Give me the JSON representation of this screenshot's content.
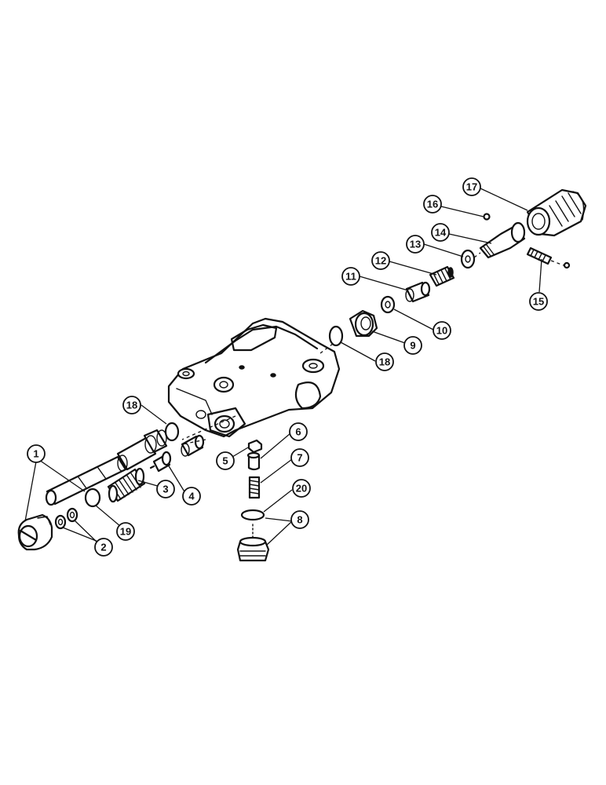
{
  "diagram": {
    "callouts": [
      {
        "id": "c1",
        "label": "1"
      },
      {
        "id": "c2",
        "label": "2"
      },
      {
        "id": "c3",
        "label": "3"
      },
      {
        "id": "c4",
        "label": "4"
      },
      {
        "id": "c5",
        "label": "5"
      },
      {
        "id": "c6",
        "label": "6"
      },
      {
        "id": "c7",
        "label": "7"
      },
      {
        "id": "c8",
        "label": "8"
      },
      {
        "id": "c9",
        "label": "9"
      },
      {
        "id": "c10",
        "label": "10"
      },
      {
        "id": "c11",
        "label": "11"
      },
      {
        "id": "c12",
        "label": "12"
      },
      {
        "id": "c13",
        "label": "13"
      },
      {
        "id": "c14",
        "label": "14"
      },
      {
        "id": "c15",
        "label": "15"
      },
      {
        "id": "c16",
        "label": "16"
      },
      {
        "id": "c17",
        "label": "17"
      },
      {
        "id": "c18a",
        "label": "18"
      },
      {
        "id": "c18b",
        "label": "18"
      },
      {
        "id": "c19",
        "label": "19"
      },
      {
        "id": "c20",
        "label": "20"
      }
    ]
  }
}
